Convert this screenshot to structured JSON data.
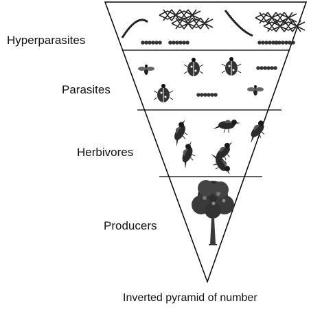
{
  "diagram": {
    "levels": [
      {
        "label": "Hyperparasites"
      },
      {
        "label": "Parasites"
      },
      {
        "label": "Herbivores"
      },
      {
        "label": "Producers"
      }
    ],
    "caption": "Inverted pyramid of number",
    "colors": {
      "stroke": "#000000",
      "fill": "#ffffff",
      "ink": "#1a1a1a"
    },
    "icons": [
      "web-cluster-icon",
      "caterpillar-icon",
      "wasp-icon",
      "beetle-icon",
      "bird-icon",
      "tree-icon"
    ]
  }
}
